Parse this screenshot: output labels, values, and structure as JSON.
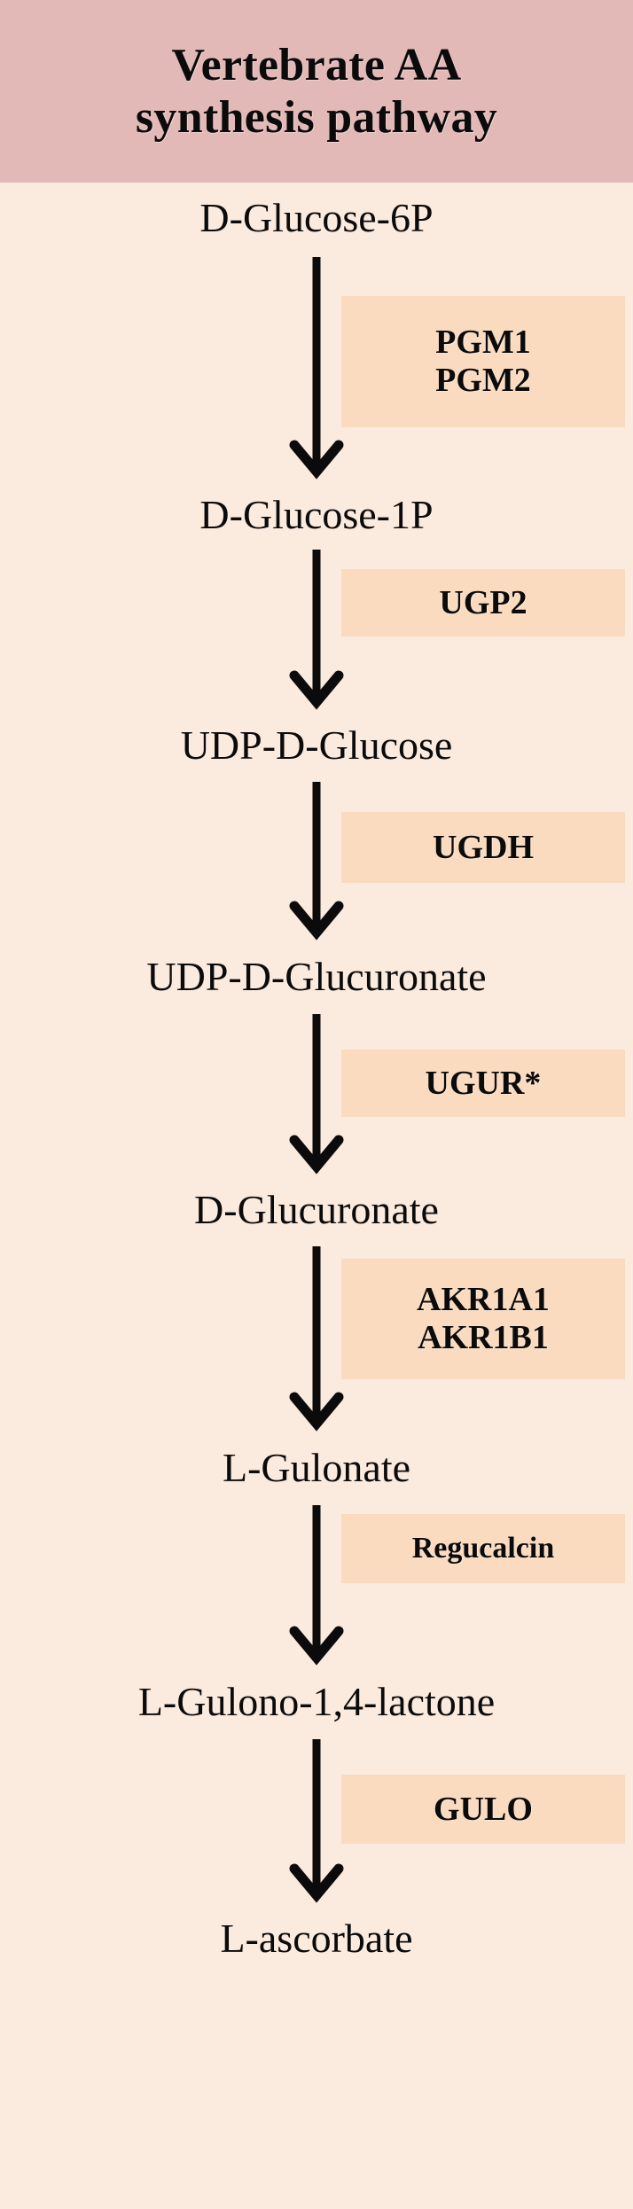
{
  "figure": {
    "background_color": "#fbeade",
    "header_color": "#e3b9b7",
    "enzyme_box_color": "#fadbc0",
    "arrow_color": "#0b0b0b"
  },
  "header": {
    "title": "Vertebrate AA\nsynthesis  pathway",
    "title_line1": "Vertebrate AA",
    "title_line2": "synthesis  pathway"
  },
  "pathway": {
    "metabolites": [
      {
        "name": "D-Glucose-6P"
      },
      {
        "name": "D-Glucose-1P"
      },
      {
        "name": "UDP-D-Glucose"
      },
      {
        "name": "UDP-D-Glucuronate"
      },
      {
        "name": "D-Glucuronate"
      },
      {
        "name": "L-Gulonate"
      },
      {
        "name": "L-Gulono-1,4-lactone"
      },
      {
        "name": "L-ascorbate"
      }
    ],
    "steps": [
      {
        "enzymes": [
          "PGM1",
          "PGM2"
        ]
      },
      {
        "enzymes": [
          "UGP2"
        ]
      },
      {
        "enzymes": [
          "UGDH"
        ]
      },
      {
        "enzymes": [
          "UGUR*"
        ]
      },
      {
        "enzymes": [
          "AKR1A1",
          "AKR1B1"
        ]
      },
      {
        "enzymes": [
          "Regucalcin"
        ]
      },
      {
        "enzymes": [
          "GULO"
        ]
      }
    ]
  }
}
